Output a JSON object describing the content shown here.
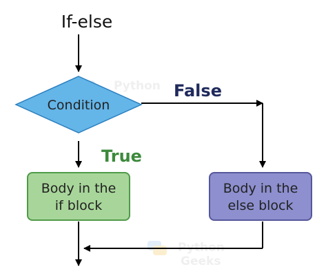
{
  "diagram": {
    "title": "If-else",
    "condition_label": "Condition",
    "false_label": "False",
    "true_label": "True",
    "if_block": {
      "line1": "Body in the",
      "line2": "if block"
    },
    "else_block": {
      "line1": "Body in the",
      "line2": "else block"
    },
    "colors": {
      "condition_fill": "#64b5e8",
      "condition_stroke": "#2a7fbf",
      "if_fill": "#a8d69a",
      "if_stroke": "#4f9a48",
      "else_fill": "#8d8fcf",
      "else_stroke": "#55579b",
      "false_text": "#1f2a5c",
      "true_text": "#3c8a3c"
    }
  },
  "watermark": {
    "word1": "Python",
    "word2": "Geeks"
  }
}
